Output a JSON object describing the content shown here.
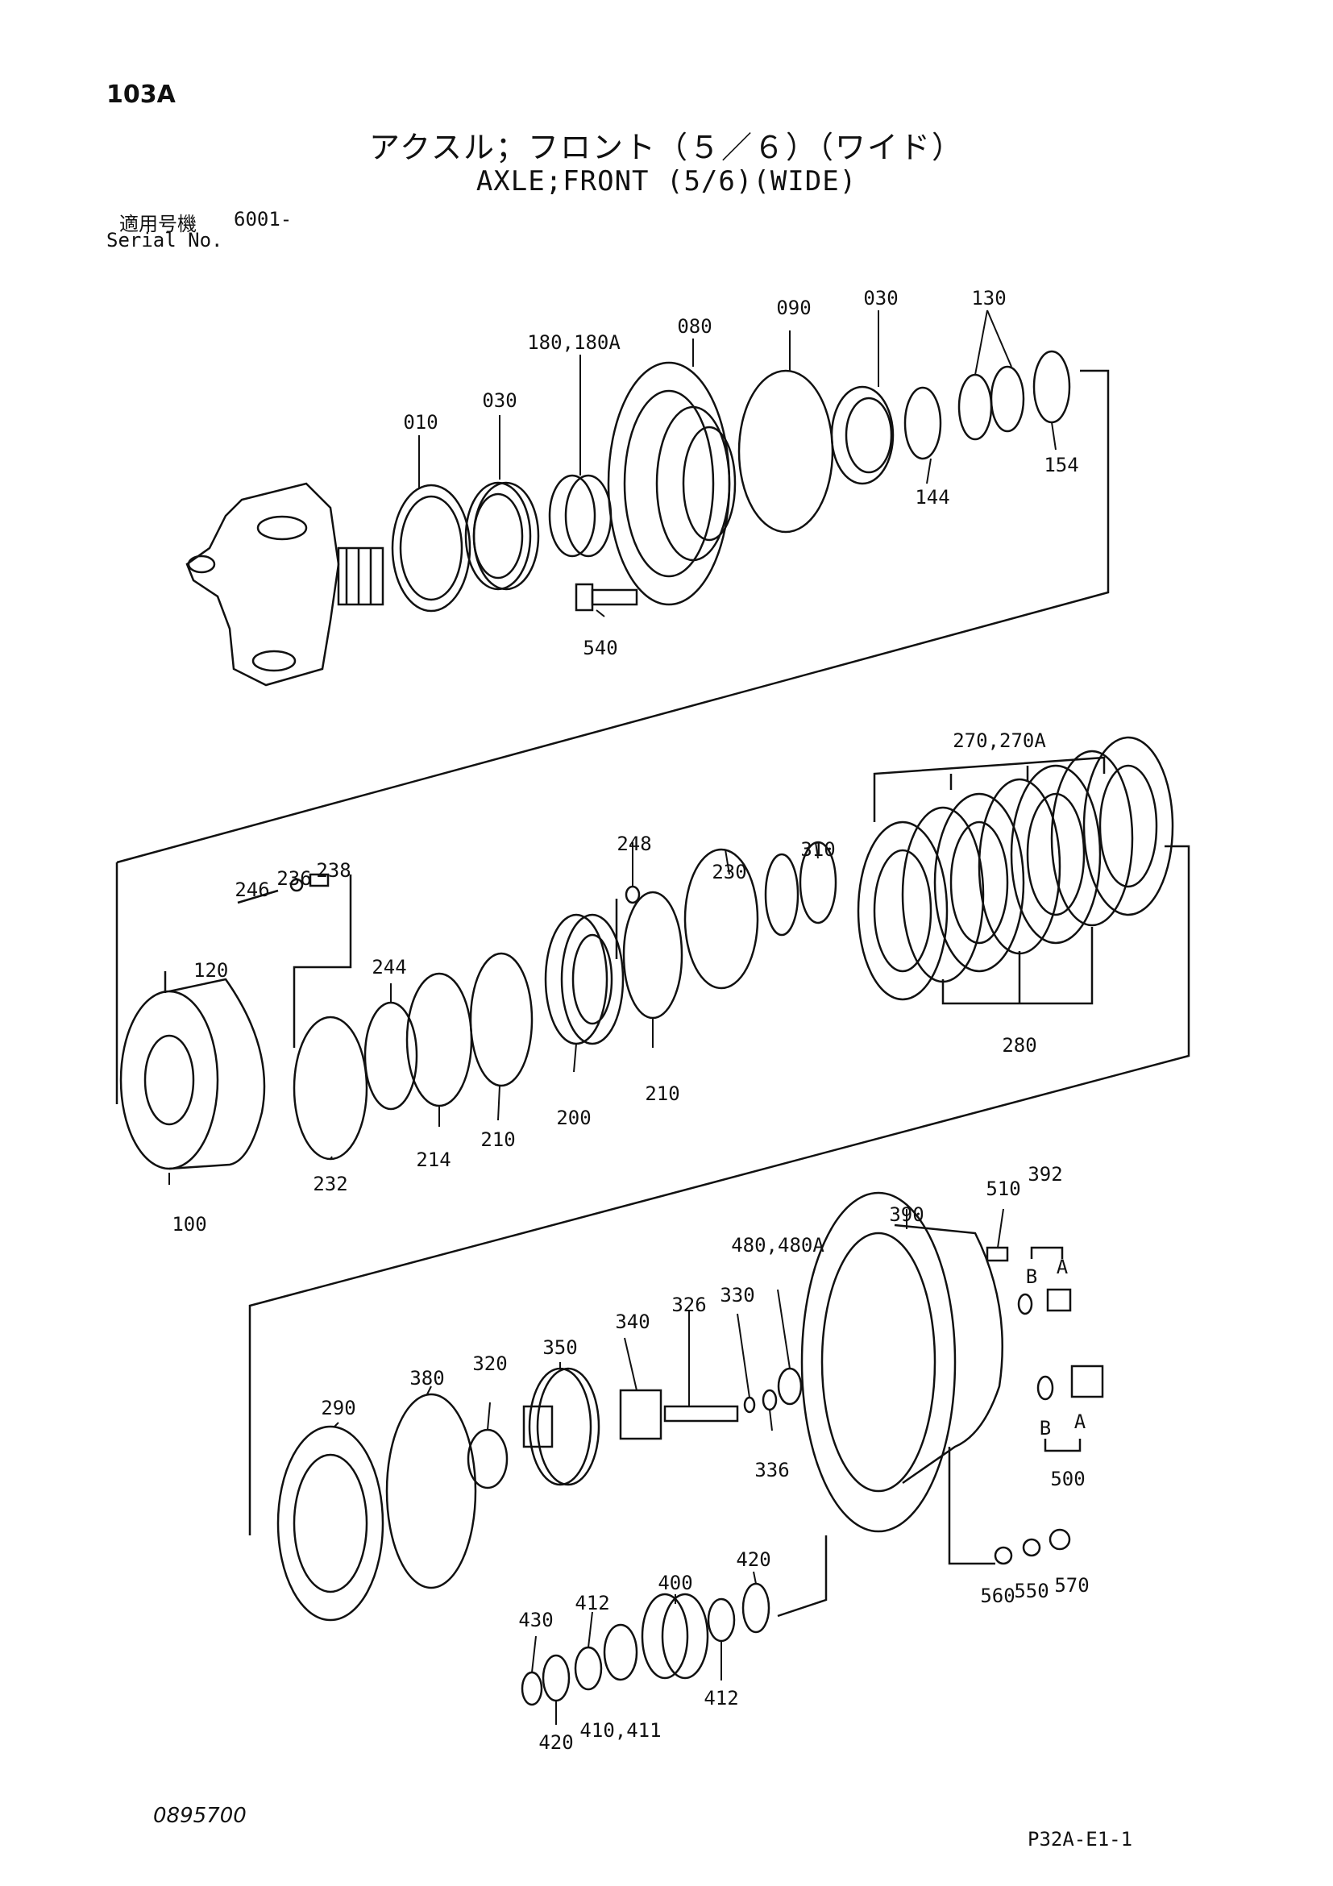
{
  "header": {
    "page_number": "103A",
    "title_jp": "アクスル；フロント（５／６）（ワイド）",
    "title_en": "AXLE;FRONT (5/6)(WIDE)",
    "serial_label_jp": "適用号機",
    "serial_value": "6001-",
    "serial_label_en": "Serial No."
  },
  "footer": {
    "doc_code": "0895700",
    "sheet_code": "P32A-E1-1"
  },
  "callouts": [
    {
      "id": "c010",
      "label": "010"
    },
    {
      "id": "c030a",
      "label": "030"
    },
    {
      "id": "c180",
      "label": "180,180A"
    },
    {
      "id": "c080",
      "label": "080"
    },
    {
      "id": "c090",
      "label": "090"
    },
    {
      "id": "c030b",
      "label": "030"
    },
    {
      "id": "c130",
      "label": "130"
    },
    {
      "id": "c144",
      "label": "144"
    },
    {
      "id": "c154",
      "label": "154"
    },
    {
      "id": "c540",
      "label": "540"
    },
    {
      "id": "c270",
      "label": "270,270A"
    },
    {
      "id": "c248",
      "label": "248"
    },
    {
      "id": "c230",
      "label": "230"
    },
    {
      "id": "c310",
      "label": "310"
    },
    {
      "id": "c246",
      "label": "246"
    },
    {
      "id": "c236",
      "label": "236"
    },
    {
      "id": "c238",
      "label": "238"
    },
    {
      "id": "c120",
      "label": "120"
    },
    {
      "id": "c244",
      "label": "244"
    },
    {
      "id": "c280",
      "label": "280"
    },
    {
      "id": "c214",
      "label": "214"
    },
    {
      "id": "c210a",
      "label": "210"
    },
    {
      "id": "c200",
      "label": "200"
    },
    {
      "id": "c210b",
      "label": "210"
    },
    {
      "id": "c232",
      "label": "232"
    },
    {
      "id": "c100",
      "label": "100"
    },
    {
      "id": "c510",
      "label": "510"
    },
    {
      "id": "c392",
      "label": "392"
    },
    {
      "id": "c390",
      "label": "390"
    },
    {
      "id": "c480",
      "label": "480,480A"
    },
    {
      "id": "cB1",
      "label": "B"
    },
    {
      "id": "cA1",
      "label": "A"
    },
    {
      "id": "c340",
      "label": "340"
    },
    {
      "id": "c326",
      "label": "326"
    },
    {
      "id": "c330",
      "label": "330"
    },
    {
      "id": "c350",
      "label": "350"
    },
    {
      "id": "c380",
      "label": "380"
    },
    {
      "id": "c320",
      "label": "320"
    },
    {
      "id": "c290",
      "label": "290"
    },
    {
      "id": "c336",
      "label": "336"
    },
    {
      "id": "cB2",
      "label": "B"
    },
    {
      "id": "cA2",
      "label": "A"
    },
    {
      "id": "c500",
      "label": "500"
    },
    {
      "id": "c400",
      "label": "400"
    },
    {
      "id": "c420a",
      "label": "420"
    },
    {
      "id": "c412a",
      "label": "412"
    },
    {
      "id": "c430",
      "label": "430"
    },
    {
      "id": "c412b",
      "label": "412"
    },
    {
      "id": "c410",
      "label": "410,411"
    },
    {
      "id": "c420b",
      "label": "420"
    },
    {
      "id": "c560",
      "label": "560"
    },
    {
      "id": "c550",
      "label": "550"
    },
    {
      "id": "c570",
      "label": "570"
    }
  ]
}
